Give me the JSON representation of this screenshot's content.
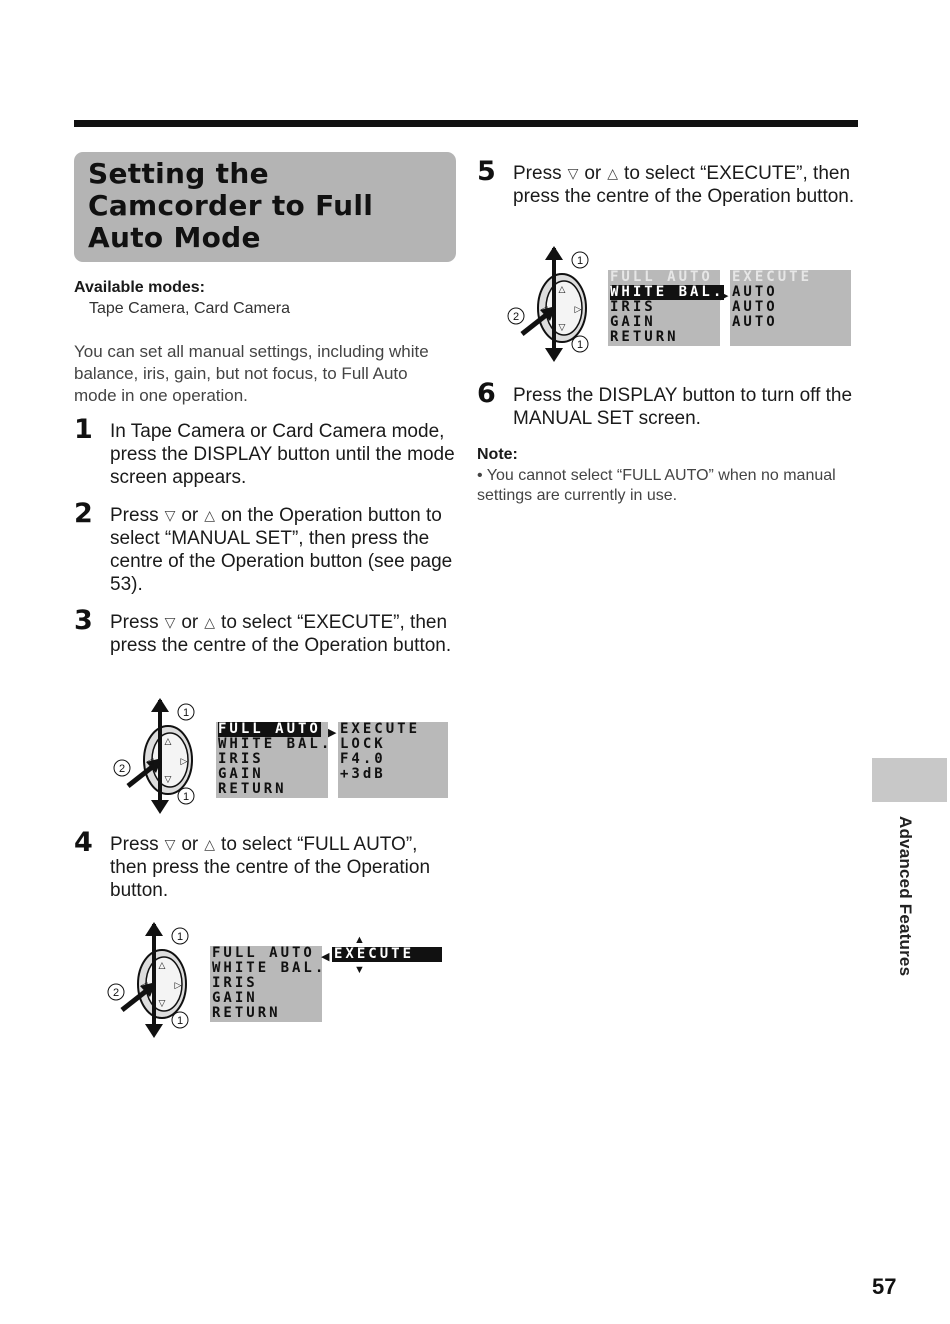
{
  "heading": "Setting the\nCamcorder to Full\nAuto Mode",
  "available_modes": {
    "label": "Available modes:",
    "value": "Tape Camera, Card Camera"
  },
  "intro": "You can set all manual settings, including white balance, iris, gain, but not focus, to Full Auto mode in one operation.",
  "symbols": {
    "down": "▽",
    "up": "△",
    "dial_step1": "1",
    "dial_step2": "2"
  },
  "steps": [
    {
      "num": "1",
      "text": "In Tape Camera or Card Camera mode, press the DISPLAY button until the mode screen appears."
    },
    {
      "num": "2",
      "pre": "Press",
      "mid": "or",
      "post": "on the Operation button to select “MANUAL SET”, then press the centre of the Operation button (see page 53)."
    },
    {
      "num": "3",
      "pre": "Press",
      "mid": "or",
      "post": "to select “EXECUTE”, then press the centre of the Operation button."
    },
    {
      "num": "4",
      "pre": "Press",
      "mid": "or",
      "post": "to select “FULL AUTO”, then press the centre of the Operation button."
    },
    {
      "num": "5",
      "pre": "Press",
      "mid": "or",
      "post": "to select “EXECUTE”, then press the centre of the Operation button."
    },
    {
      "num": "6",
      "text": "Press the DISPLAY button to turn off the MANUAL SET screen."
    }
  ],
  "menus": {
    "items": [
      "FULL AUTO",
      "WHITE BAL.",
      "IRIS",
      "GAIN",
      "RETURN"
    ],
    "screen3_values": [
      "EXECUTE",
      "LOCK",
      "F4.0",
      "+3dB"
    ],
    "screen4_values": [
      "EXECUTE"
    ],
    "screen5_values": [
      "EXECUTE",
      "AUTO",
      "AUTO",
      "AUTO"
    ],
    "arrow_right": "▶",
    "arrow_left": "◀",
    "arrow_up": "▲",
    "arrow_down": "▼"
  },
  "note": {
    "label": "Note:",
    "text": "• You cannot select “FULL AUTO” when no manual settings are currently in use."
  },
  "side_tab": "Advanced Features",
  "page_number": "57"
}
